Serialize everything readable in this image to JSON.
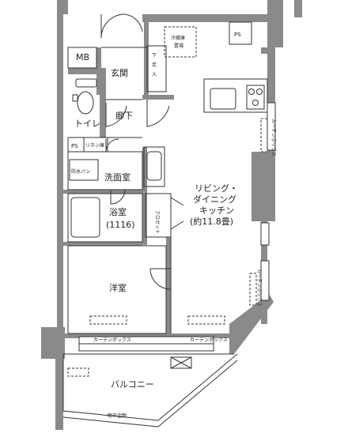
{
  "rooms": {
    "mb": "MB",
    "entrance": "玄関",
    "shoe_box": "下足入",
    "toilet": "トイレ",
    "hallway": "廊下",
    "ps_top": "PS",
    "ps_left": "PS",
    "linen": "リネン庫",
    "waterproof_pan": "防水パン",
    "washroom": "洗面室",
    "bath_name": "浴室",
    "bath_size": "(1116)",
    "closet": "クロゼット",
    "ldk_line1": "リビング・",
    "ldk_line2": "ダイニング",
    "ldk_line3": "キッチン",
    "ldk_line4": "(約11.8畳)",
    "fridge_line1": "冷蔵庫",
    "fridge_line2": "置場",
    "western_room": "洋室",
    "curtain_box_left": "カーテンボックス",
    "curtain_box_right": "カーテンボックス",
    "curtain_box_side1": "カーテンボックス",
    "curtain_box_side2": "カーテンボックス",
    "balcony": "バルコニー",
    "clothes_pole": "物干金物"
  },
  "colors": {
    "wall": "#8a8a8a",
    "line": "#333333",
    "background": "#ffffff"
  }
}
